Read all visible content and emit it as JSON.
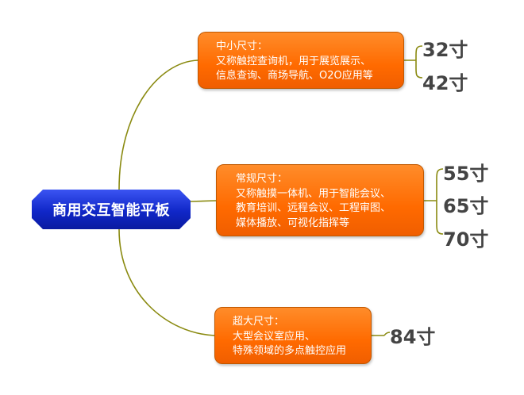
{
  "root": {
    "label": "商用交互智能平板"
  },
  "branches": [
    {
      "id": "small",
      "title": "中小尺寸：",
      "lines": [
        "又称触控查询机，用于展览展示、",
        "信息查询、商场导航、O2O应用等"
      ],
      "sizes": [
        "32寸",
        "42寸"
      ]
    },
    {
      "id": "normal",
      "title": "常规尺寸：",
      "lines": [
        "又称触摸一体机、用于智能会议、",
        "教育培训、远程会议、工程审图、",
        "媒体播放、可视化指挥等"
      ],
      "sizes": [
        "55寸",
        "65寸",
        "70寸"
      ]
    },
    {
      "id": "large",
      "title": "超大尺寸：",
      "lines": [
        "大型会议室应用、",
        "特殊领域的多点触控应用"
      ],
      "sizes": [
        "84寸"
      ]
    }
  ],
  "colors": {
    "root_fill": "#1027c8",
    "box_fill": "#ff6a00",
    "connector": "#8a8a10",
    "size_text": "#444444"
  }
}
